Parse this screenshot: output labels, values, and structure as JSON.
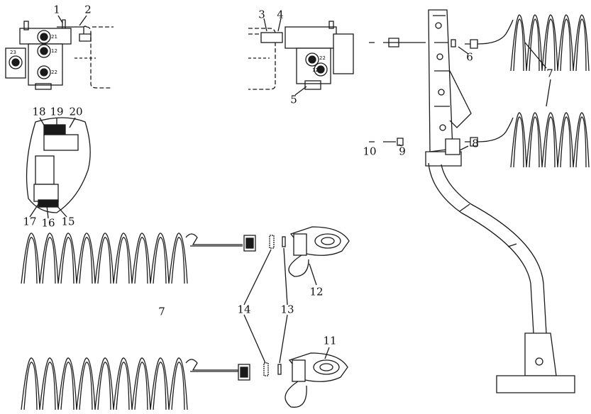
{
  "diagram": {
    "callouts": {
      "c1": "1",
      "c2": "2",
      "c3": "3",
      "c4": "4",
      "c5": "5",
      "c6": "6",
      "c7a": "7",
      "c7b": "7",
      "c8": "8",
      "c9": "9",
      "c10": "10",
      "c11": "11",
      "c12": "12",
      "c13a": "13",
      "c13b": "13",
      "c14a": "14",
      "c14b": "14",
      "c15": "15",
      "c16": "16",
      "c17": "17",
      "c18": "18",
      "c19": "19",
      "c20": "20"
    },
    "port_marks": {
      "p21": "21",
      "p22": "22",
      "p23": "23",
      "p12": "12",
      "p22b": "22",
      "p12b": "12"
    },
    "line_color": "#1a1a1a"
  }
}
